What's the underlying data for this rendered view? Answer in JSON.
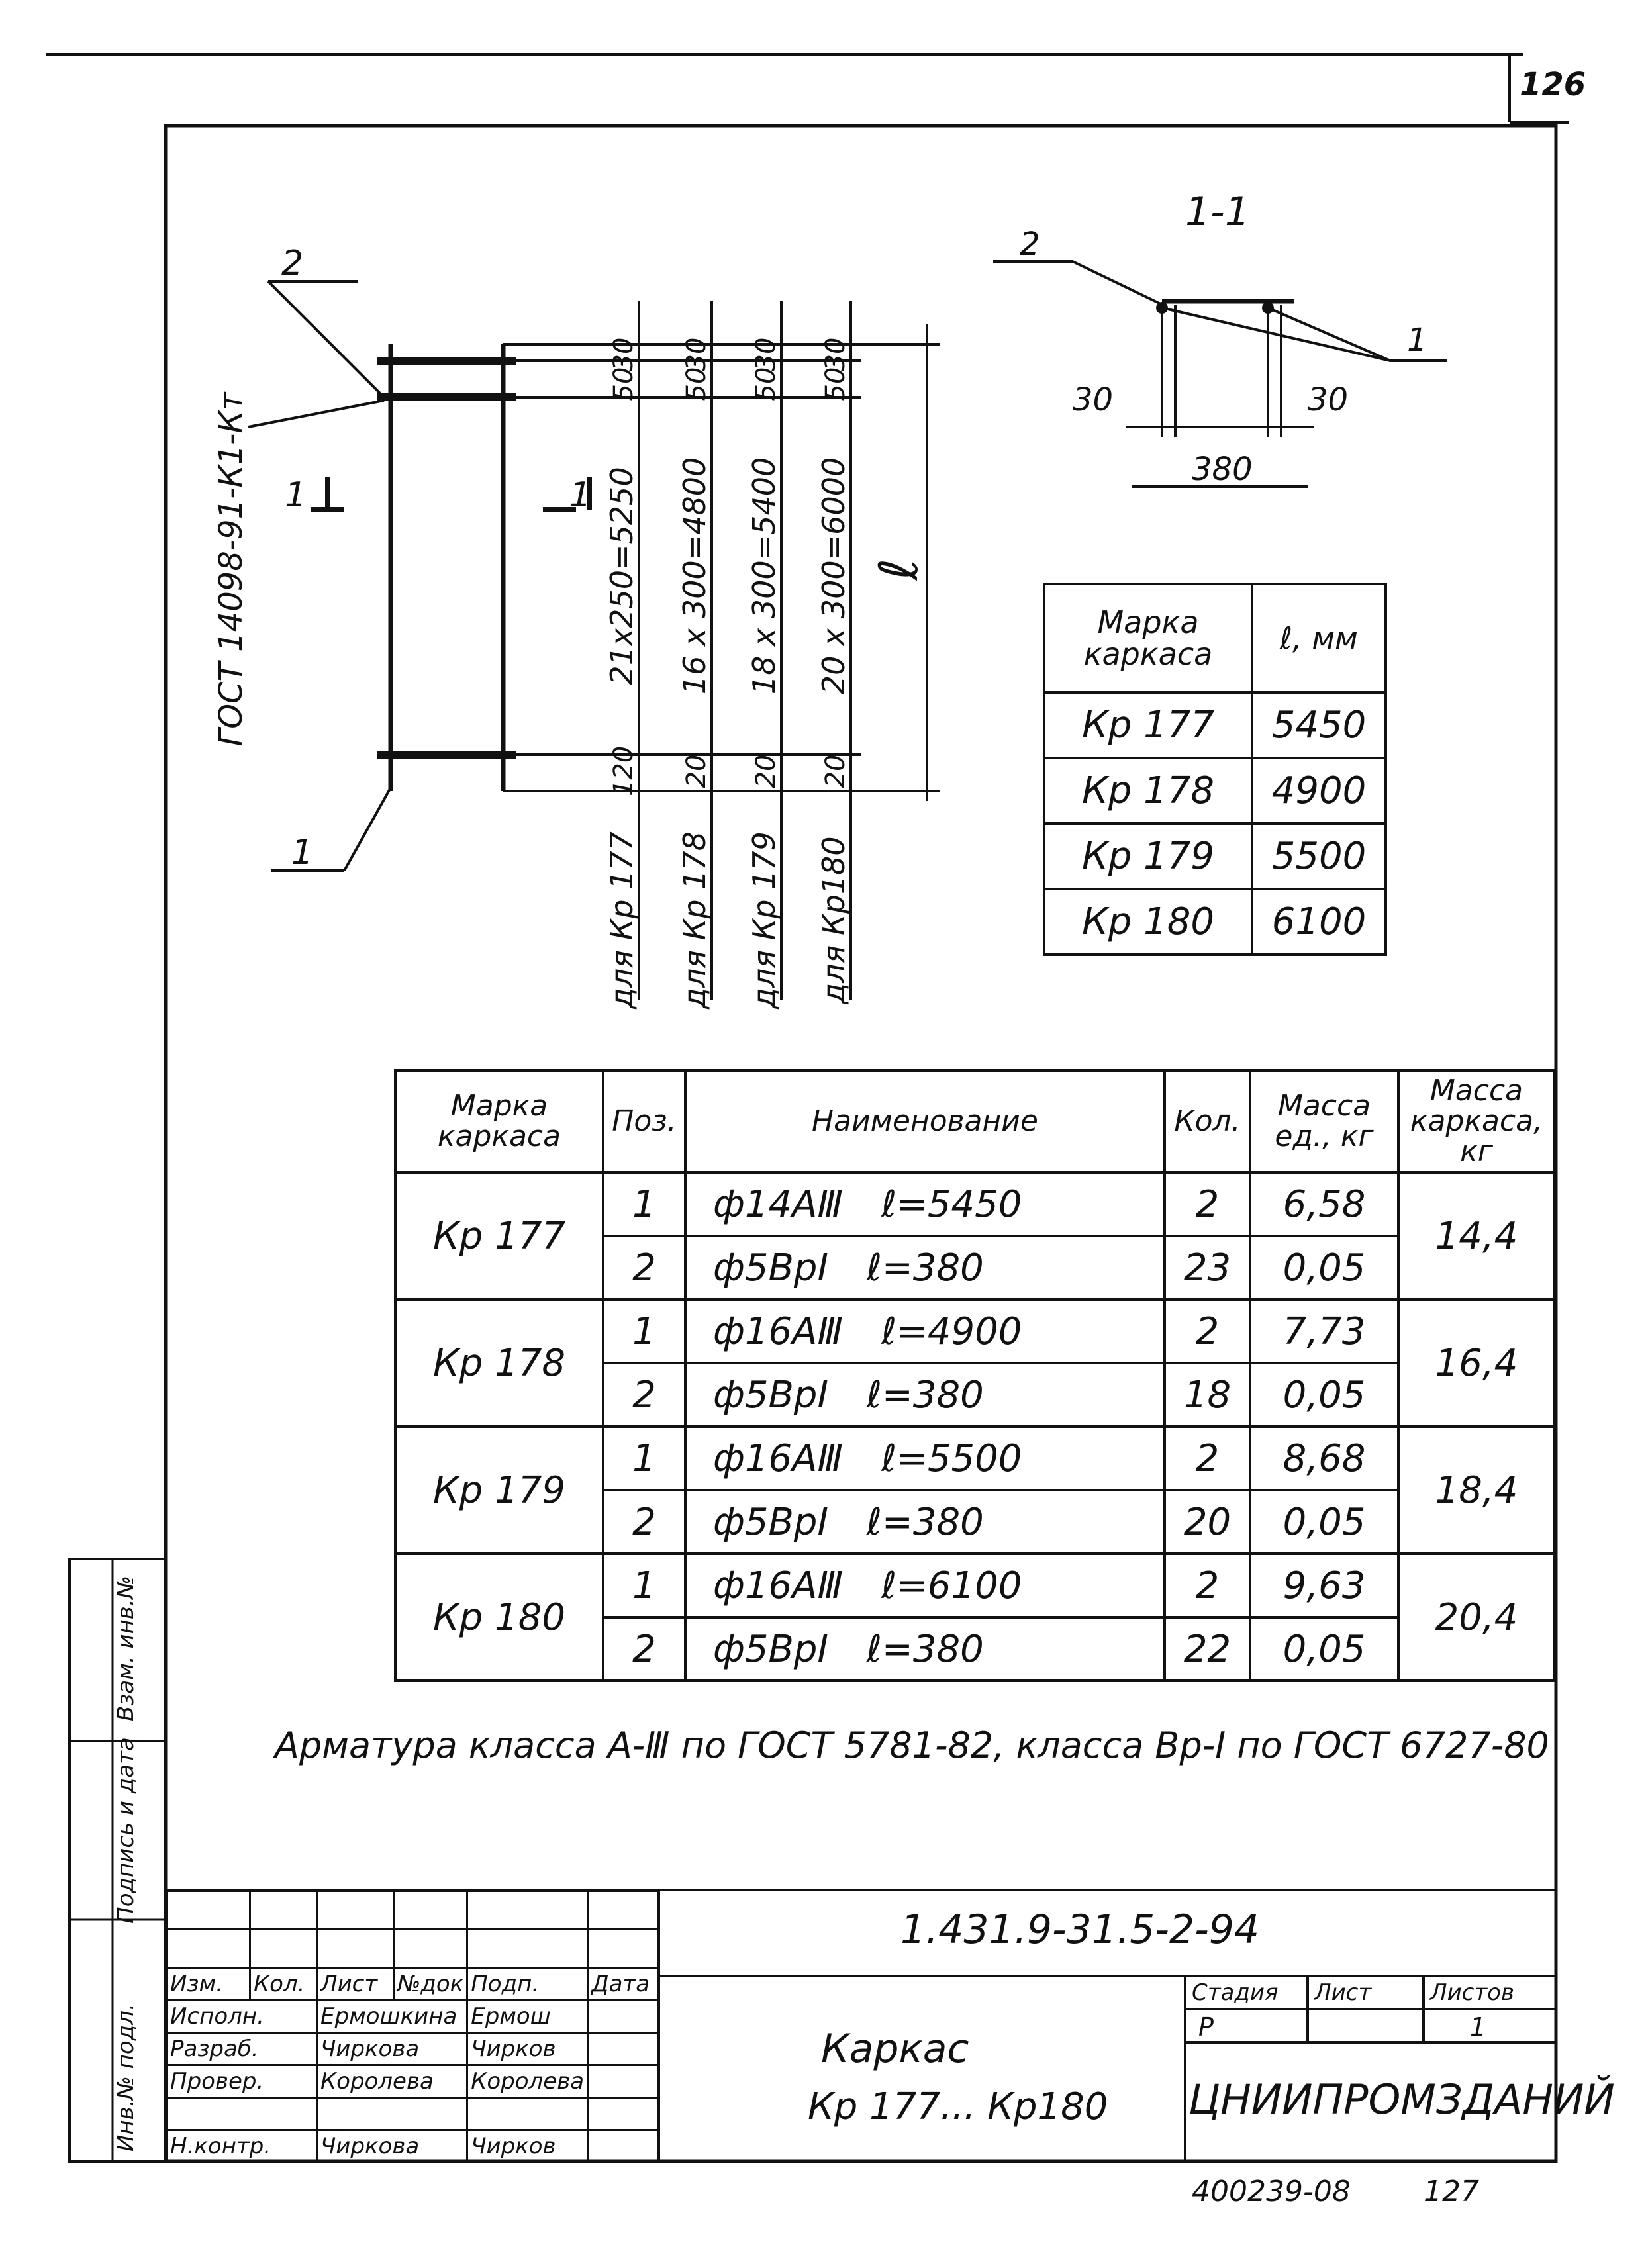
{
  "page_number": "126",
  "bottom_code": "400239-08",
  "bottom_num": "127",
  "gost_ref": "ГОСТ 14098-91-К1-Кт",
  "section_label": "1-1",
  "callouts": {
    "pos1": "1",
    "pos2": "2",
    "sec_left": "1",
    "sec_right": "1"
  },
  "dims_vertical": [
    {
      "top": "30",
      "mid": "50",
      "span": "21x250=5250",
      "bottom": "120",
      "for": "для Кр 177"
    },
    {
      "top": "30",
      "mid": "50",
      "span": "16 x 300=4800",
      "bottom": "20",
      "for": "для Кр 178"
    },
    {
      "top": "30",
      "mid": "50",
      "span": "18 x 300=5400",
      "bottom": "20",
      "for": "для Кр 179"
    },
    {
      "top": "30",
      "mid": "50",
      "span": "20 x 300=6000",
      "bottom": "20",
      "for": "для  Кр180"
    }
  ],
  "length_symbol": "ℓ",
  "section_dims": {
    "left": "30",
    "right": "30",
    "width": "380",
    "pos1": "1",
    "pos2": "2"
  },
  "mark_table": {
    "headers": [
      "Марка каркаса",
      "ℓ, мм"
    ],
    "rows": [
      [
        "Кр 177",
        "5450"
      ],
      [
        "Кр 178",
        "4900"
      ],
      [
        "Кр 179",
        "5500"
      ],
      [
        "Кр 180",
        "6100"
      ]
    ]
  },
  "spec_table": {
    "headers": [
      "Марка каркаса",
      "Поз.",
      "Наименование",
      "Кол.",
      "Масса ед., кг",
      "Масса каркаса, кг"
    ],
    "groups": [
      {
        "mark": "Кр 177",
        "total": "14,4",
        "rows": [
          {
            "pos": "1",
            "name": "ф14АⅢ  ℓ=5450",
            "qty": "2",
            "mass": "6,58"
          },
          {
            "pos": "2",
            "name": "ф5ВрⅠ  ℓ=380",
            "qty": "23",
            "mass": "0,05"
          }
        ]
      },
      {
        "mark": "Кр 178",
        "total": "16,4",
        "rows": [
          {
            "pos": "1",
            "name": "ф16АⅢ  ℓ=4900",
            "qty": "2",
            "mass": "7,73"
          },
          {
            "pos": "2",
            "name": "ф5ВрⅠ  ℓ=380",
            "qty": "18",
            "mass": "0,05"
          }
        ]
      },
      {
        "mark": "Кр 179",
        "total": "18,4",
        "rows": [
          {
            "pos": "1",
            "name": "ф16АⅢ  ℓ=5500",
            "qty": "2",
            "mass": "8,68"
          },
          {
            "pos": "2",
            "name": "ф5ВрⅠ  ℓ=380",
            "qty": "20",
            "mass": "0,05"
          }
        ]
      },
      {
        "mark": "Кр 180",
        "total": "20,4",
        "rows": [
          {
            "pos": "1",
            "name": "ф16АⅢ  ℓ=6100",
            "qty": "2",
            "mass": "9,63"
          },
          {
            "pos": "2",
            "name": "ф5ВрⅠ  ℓ=380",
            "qty": "22",
            "mass": "0,05"
          }
        ]
      }
    ]
  },
  "note": "Арматура класса А-Ⅲ по ГОСТ 5781-82,  класса Вр-Ⅰ по ГОСТ 6727-80",
  "side_labels": [
    "Инв.№ подл.",
    "Подпись и дата",
    "Взам. инв.№"
  ],
  "title_block": {
    "doc_code": "1.431.9-31.5-2-94",
    "title_line1": "Каркас",
    "title_line2": "Кр 177... Кр180",
    "org": "ЦНИИПРОМЗДАНИЙ",
    "stage_header": "Стадия",
    "sheet_header": "Лист",
    "sheets_header": "Листов",
    "stage": "Р",
    "sheet": "",
    "sheets": "1",
    "col_headers": [
      "Изм.",
      "Кол.",
      "Лист",
      "№док",
      "Подп.",
      "Дата"
    ],
    "roles": [
      {
        "role": "Исполн.",
        "name": "Ермошкина",
        "sign": "Ермош"
      },
      {
        "role": "Разраб.",
        "name": "Чиркова",
        "sign": "Чирков"
      },
      {
        "role": "Провер.",
        "name": "Королева",
        "sign": "Королева"
      },
      {
        "role": "",
        "name": "",
        "sign": ""
      },
      {
        "role": "Н.контр.",
        "name": "Чиркова",
        "sign": "Чирков"
      }
    ]
  }
}
